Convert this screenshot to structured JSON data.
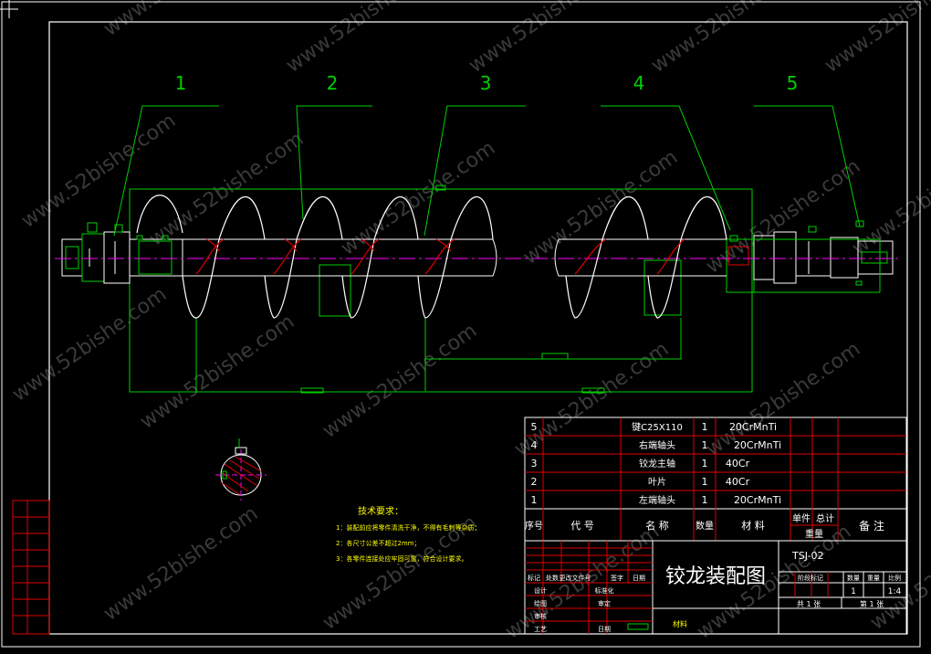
{
  "drawing": {
    "title": "铰龙装配图",
    "code": "TSJ-02",
    "watermark": "www.52bishe.com",
    "colors": {
      "frame": "#ffffff",
      "red": "#e00000",
      "green": "#00d000",
      "magenta": "#ff00ff",
      "text": "#ffffff",
      "yellow": "#ffff00"
    }
  },
  "callouts": [
    "1",
    "2",
    "3",
    "4",
    "5"
  ],
  "bom": {
    "headers": {
      "seq": "序号",
      "code": "代 号",
      "name": "名 称",
      "qty": "数量",
      "material": "材 料",
      "unit_weight": "单件",
      "total_weight": "总计",
      "weight": "重量",
      "remark": "备 注"
    },
    "rows": [
      {
        "seq": "5",
        "name": "键C25X110",
        "qty": "1",
        "material": "20CrMnTi"
      },
      {
        "seq": "4",
        "name": "右端轴头",
        "qty": "1",
        "material": "20CrMnTi"
      },
      {
        "seq": "3",
        "name": "铰龙主轴",
        "qty": "1",
        "material": "40Cr"
      },
      {
        "seq": "2",
        "name": "叶片",
        "qty": "1",
        "material": "40Cr"
      },
      {
        "seq": "1",
        "name": "左端轴头",
        "qty": "1",
        "material": "20CrMnTi"
      }
    ]
  },
  "notes": {
    "title": "技术要求：",
    "items": [
      "1：装配前应将零件清洗干净，不得有毛刺等杂质；",
      "2：各尺寸公差不超过2mm；",
      "3：各零件连接处应牢固可靠，符合设计要求。"
    ]
  },
  "title_block": {
    "row_headers": [
      "标记",
      "处数",
      "更改文件号",
      "签字",
      "日期"
    ],
    "roles": [
      "设计",
      "标准化",
      "绘图",
      "审定",
      "审核",
      "工艺",
      "日期"
    ],
    "labels": {
      "stage": "阶段标记",
      "quantity": "数量",
      "weight": "重量",
      "scale": "比例",
      "material": "材料",
      "total": "共 1 张",
      "sheet": "第 1 张"
    },
    "values": {
      "quantity": "1",
      "scale": "1:4"
    }
  }
}
